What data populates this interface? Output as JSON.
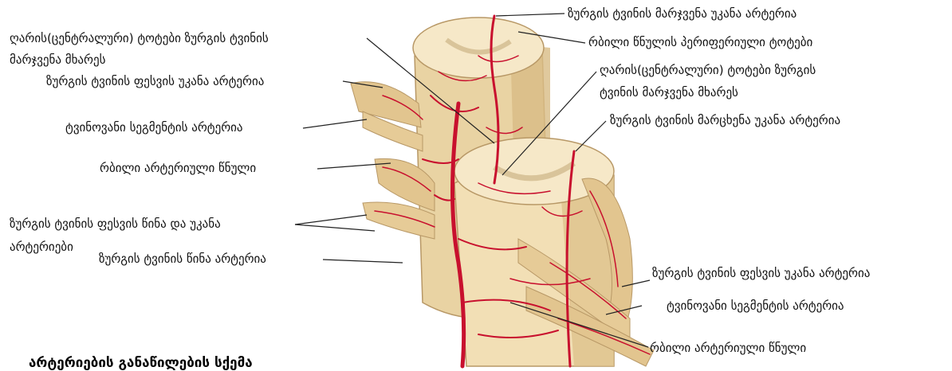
{
  "labels": {
    "right_posterior_artery": "ზურგის ტვინის მარჯვენა უკანა არტერია",
    "central_branches_right_1": "ღარის(ცენტრალური) ტოტები ზურგის ტვინის",
    "pia_network_periphery": "რბილი წნულის პერიფერიული ტოტები",
    "right_side_1": "მარჯვენა მხარეს",
    "central_branches_right_2a": "ღარის(ცენტრალური) ტოტები ზურგის",
    "root_posterior_artery_left": "ზურგის ტვინის ფესვის უკანა არტერია",
    "central_branches_right_2b": "ტვინის მარჯვენა მხარეს",
    "segmental_artery_left": "ტვინოვანი სეგმენტის არტერია",
    "left_posterior_artery": "ზურგის ტვინის მარცხენა უკანა  არტერია",
    "pia_arterial_network_left": "რბილი არტერიული წნული",
    "root_arteries_a": "ზურგის ტვინის ფესვის წინა და უკანა",
    "root_arteries_b": "არტერიები",
    "anterior_spinal_artery": "ზურგის ტვინის წინა არტერია",
    "root_posterior_artery_right": "ზურგის ტვინის ფესვის უკანა არტერია",
    "segmental_artery_right": "ტვინოვანი სეგმენტის არტერია",
    "pia_arterial_network_right": "რბილი არტერიული წნული"
  },
  "caption": "არტერიების განაწილების სქემა",
  "colors": {
    "cord": "#f2dfb5",
    "cord_shade": "#dcc08a",
    "cord_cut": "#f6e8c8",
    "artery": "#c8102e",
    "leader": "#222222"
  }
}
